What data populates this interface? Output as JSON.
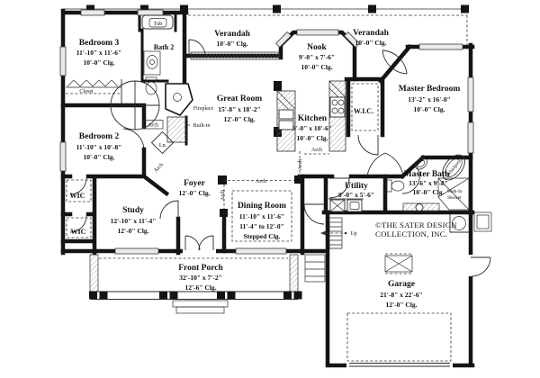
{
  "rooms": {
    "bedroom3": {
      "name": "Bedroom 3",
      "dims": "11'-10\" x 11'-6\"",
      "ceiling": "10'-0\" Clg."
    },
    "bath2": {
      "name": "Bath 2"
    },
    "verandah_left": {
      "name": "Verandah",
      "ceiling": "10'-0\" Clg."
    },
    "nook": {
      "name": "Nook",
      "dims": "9'-0\" x 7'-6\"",
      "ceiling": "10'-0\" Clg."
    },
    "verandah_right": {
      "name": "Verandah",
      "ceiling": "10'-0\" Clg."
    },
    "master_bedroom": {
      "name": "Master Bedroom",
      "dims": "13'-2\" x 16'-0\"",
      "ceiling": "10'-0\" Clg."
    },
    "great_room": {
      "name": "Great Room",
      "dims": "15'-8\" x 18'-2\"",
      "ceiling": "12'-0\" Clg."
    },
    "kitchen": {
      "name": "Kitchen",
      "dims": "9'-0\" x 10'-6\"",
      "ceiling": "10'-0\" Clg."
    },
    "wic_master": {
      "name": "W.I.C."
    },
    "bedroom2": {
      "name": "Bedroom 2",
      "dims": "11'-10\" x 10'-8\"",
      "ceiling": "10'-0\" Clg."
    },
    "foyer": {
      "name": "Foyer",
      "ceiling": "12'-0\" Clg."
    },
    "study": {
      "name": "Study",
      "dims": "12'-10\" x 11'-4\"",
      "ceiling": "12'-0\" Clg."
    },
    "wic1": {
      "name": "WIC"
    },
    "wic2": {
      "name": "WIC"
    },
    "dining": {
      "name": "Dining Room",
      "dims": "11'-10\" x 11'-6\"",
      "ceiling_range": "11'-4\" to 12'-0\"",
      "ceiling": "Stepped Clg."
    },
    "utility": {
      "name": "Utility",
      "dims": "8'-0\" x 5'-6\""
    },
    "master_bath": {
      "name": "Master Bath",
      "dims": "13'-6\" x 9'-8\"",
      "ceiling": "10'-0\" Clg."
    },
    "front_porch": {
      "name": "Front Porch",
      "dims": "32'-10\" x 7'-2\"",
      "ceiling": "12'-6\" Clg."
    },
    "garage": {
      "name": "Garage",
      "dims": "21'-8\" x 22'-6\"",
      "ceiling": "12'-0\" Clg."
    }
  },
  "annotations": {
    "tub": "Tub",
    "closet": "Closet",
    "fireplace": "Fireplace",
    "built_in": "Built-in",
    "arch": "Arch",
    "linen": "Ln.",
    "up": "Up",
    "walk_in_line1": "Walk-In",
    "walk_in_line2": "Shower",
    "whirlpool": "Whirlpool"
  },
  "copyright": {
    "line1": "©THE SATER DESIGN",
    "line2": "COLLECTION, INC."
  },
  "colors": {
    "wall": "#141414",
    "background": "#ffffff",
    "window_fill": "#e9e9e9"
  }
}
